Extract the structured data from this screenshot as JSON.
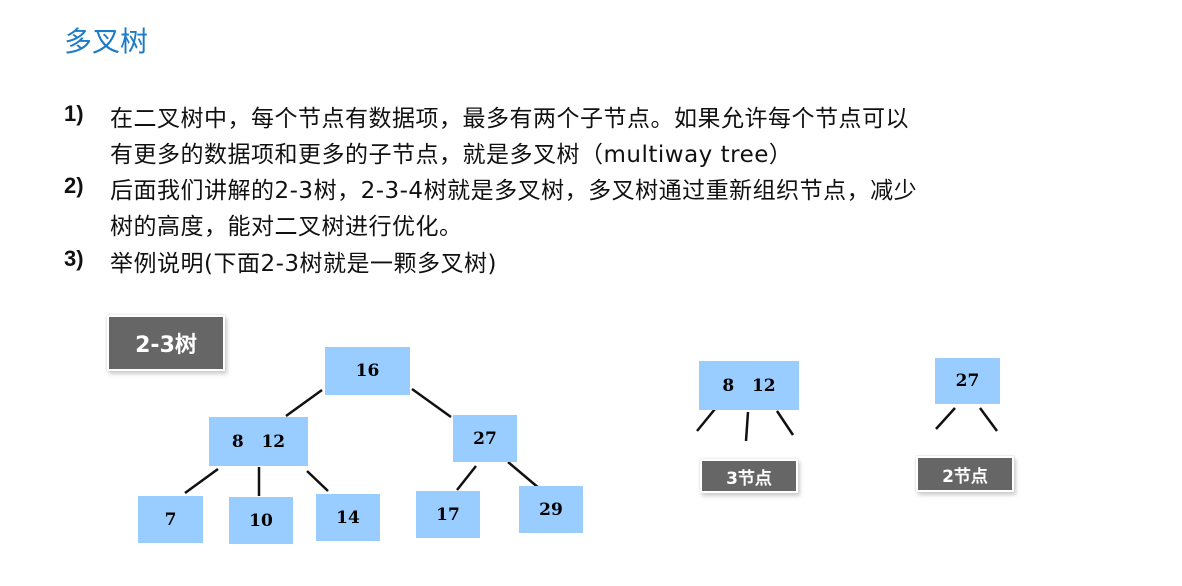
{
  "title": "多叉树",
  "items": [
    {
      "num": "1)",
      "lines": [
        "在二叉树中，每个节点有数据项，最多有两个子节点。如果允许每个节点可以",
        "有更多的数据项和更多的子节点，就是多叉树（multiway tree）"
      ]
    },
    {
      "num": "2)",
      "lines": [
        "后面我们讲解的2-3树，2-3-4树就是多叉树，多叉树通过重新组织节点，减少",
        "树的高度，能对二叉树进行优化。"
      ]
    },
    {
      "num": "3)",
      "lines": [
        "举例说明(下面2-3树就是一颗多叉树)"
      ]
    }
  ],
  "diagram": {
    "tree_label": "2-3树",
    "root": "16",
    "left": "8   12",
    "right": "27",
    "leaves": [
      "7",
      "10",
      "14",
      "17",
      "29"
    ],
    "three_node": {
      "keys": "8   12",
      "label": "3节点"
    },
    "two_node": {
      "keys": "27",
      "label": "2节点"
    }
  }
}
